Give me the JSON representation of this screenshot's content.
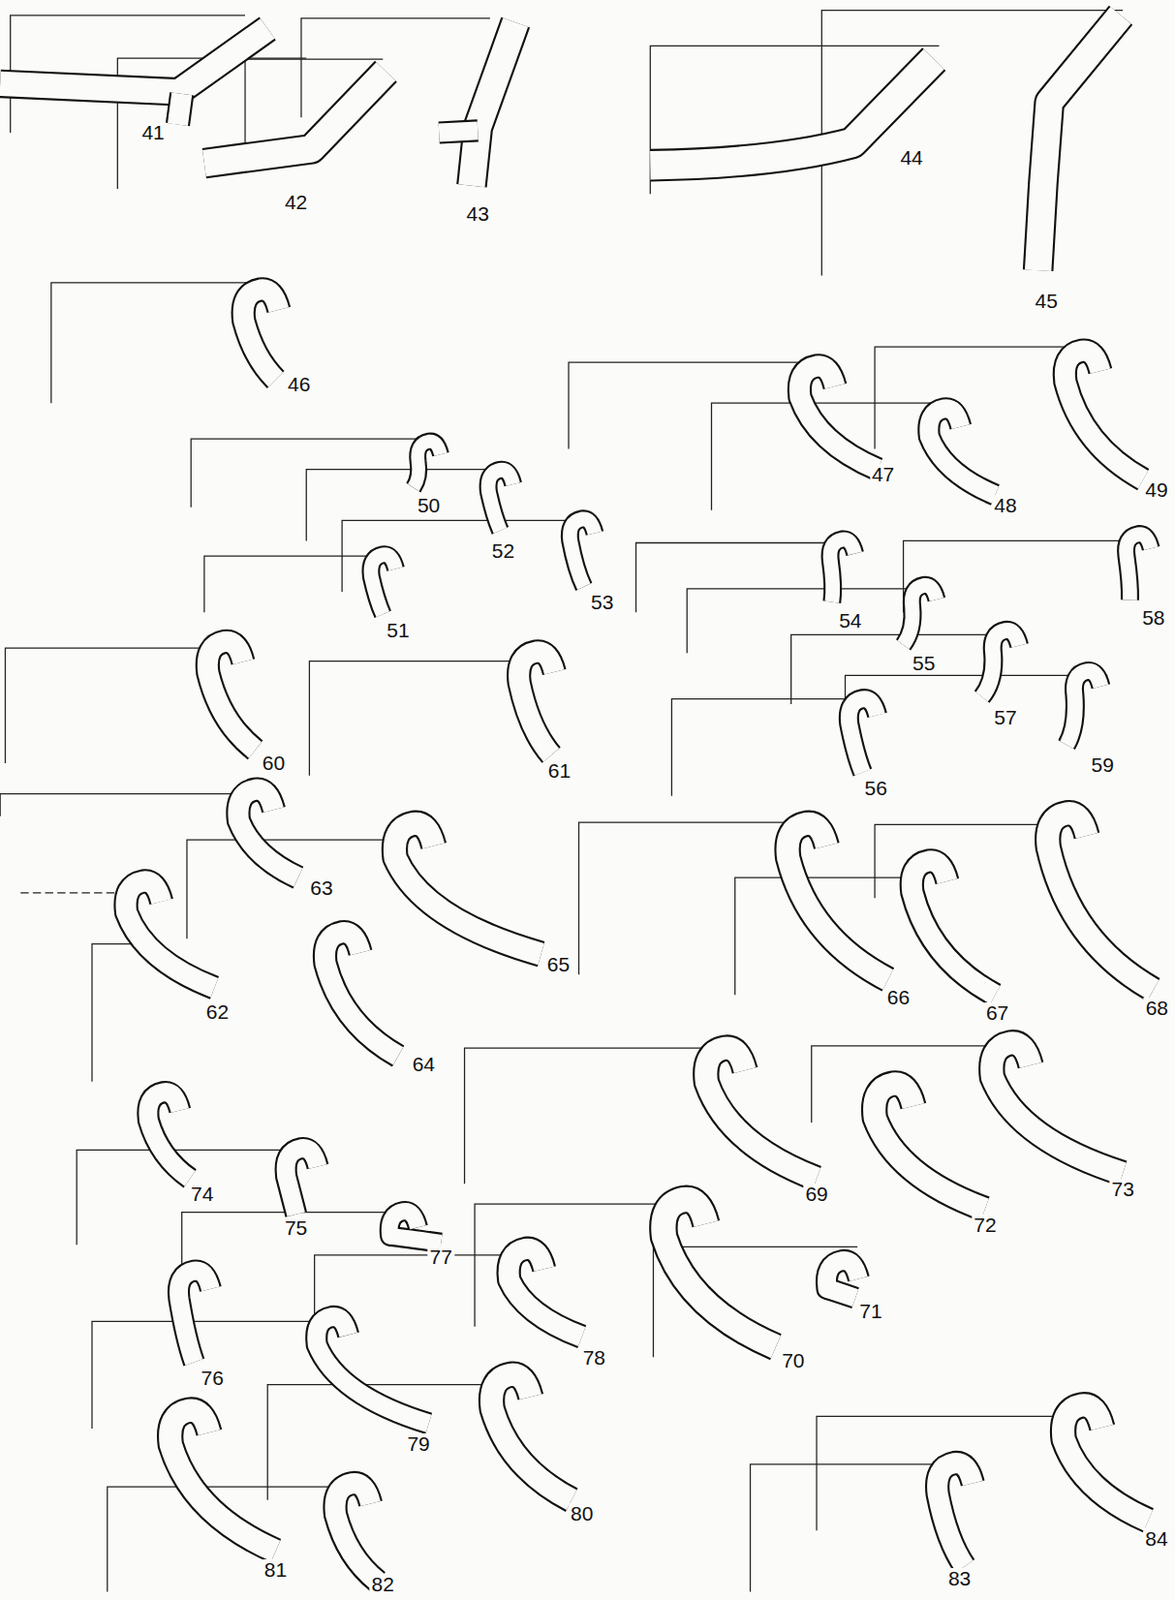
{
  "diagram": {
    "labels": [
      "41",
      "42",
      "43",
      "44",
      "45",
      "46",
      "47",
      "48",
      "49",
      "50",
      "51",
      "52",
      "53",
      "54",
      "55",
      "56",
      "57",
      "58",
      "59",
      "60",
      "61",
      "62",
      "63",
      "64",
      "65",
      "66",
      "67",
      "68",
      "69",
      "70",
      "71",
      "72",
      "73",
      "74",
      "75",
      "76",
      "77",
      "78",
      "79",
      "80",
      "81",
      "82",
      "83",
      "84"
    ]
  }
}
